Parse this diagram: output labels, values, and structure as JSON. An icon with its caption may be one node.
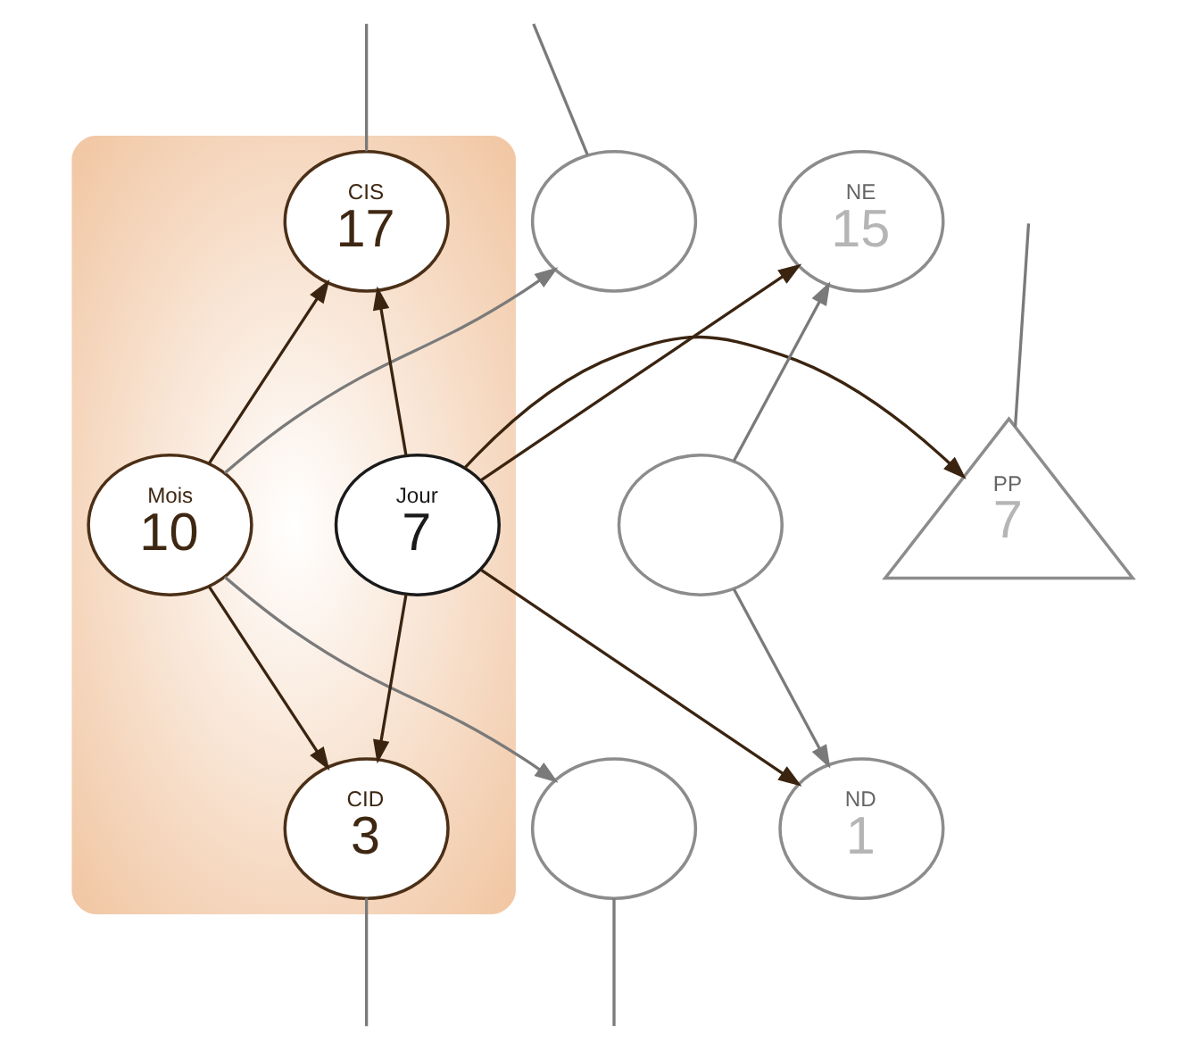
{
  "diagram": {
    "nodes": [
      {
        "text": [],
        "shape": "circle"
      },
      {
        "text": [
          "NE",
          "15"
        ]
      },
      {
        "text": [],
        "shape": "blob"
      },
      {
        "text": [
          "CIS",
          "17"
        ],
        "in": 2
      },
      {
        "text": [],
        "shape": "circle"
      },
      {
        "text": [
          "Mois",
          "10"
        ],
        "in": 2
      },
      {
        "text": [
          "Jour",
          "7"
        ],
        "in": 2
      },
      {
        "text": [
          "PP",
          "7"
        ]
      },
      {
        "text": [],
        "shape": "circle"
      },
      {
        "text": [
          "ND",
          "1"
        ]
      },
      {
        "text": [
          "CID",
          "3"
        ],
        "in": 2
      }
    ],
    "edges": [
      {
        "from": 0,
        "to": null,
        "arrow": "none"
      },
      {
        "from": null,
        "to": 3,
        "arrow": "none"
      },
      {
        "from": null,
        "to": 7,
        "arrow": "none"
      },
      {
        "from": 5,
        "to": 0,
        "arrow": "to"
      },
      {
        "from": 4,
        "to": 1,
        "arrow": "to"
      },
      {
        "from": 6,
        "to": 1,
        "arrow": "to",
        "color": "#3a2410"
      },
      {
        "from": 5,
        "to": 3,
        "arrow": "to",
        "color": "#3a2410"
      },
      {
        "from": 6,
        "to": 3,
        "arrow": "to",
        "color": "#3a2410"
      },
      {
        "from": 6,
        "to": 7,
        "arrow": "to",
        "color": "#3a2410"
      },
      {
        "from": 5,
        "to": 8,
        "arrow": "to"
      },
      {
        "from": 4,
        "to": 9,
        "arrow": "to"
      },
      {
        "from": 6,
        "to": 9,
        "arrow": "to",
        "color": "#3a2410"
      },
      {
        "from": 5,
        "to": 10,
        "arrow": "to",
        "color": "#3a2410"
      },
      {
        "from": 6,
        "to": 10,
        "arrow": "to",
        "color": "#3a2410"
      },
      {
        "from": 10,
        "to": null,
        "arrow": "none"
      },
      {
        "from": 8,
        "to": null,
        "arrow": "none"
      }
    ]
  }
}
